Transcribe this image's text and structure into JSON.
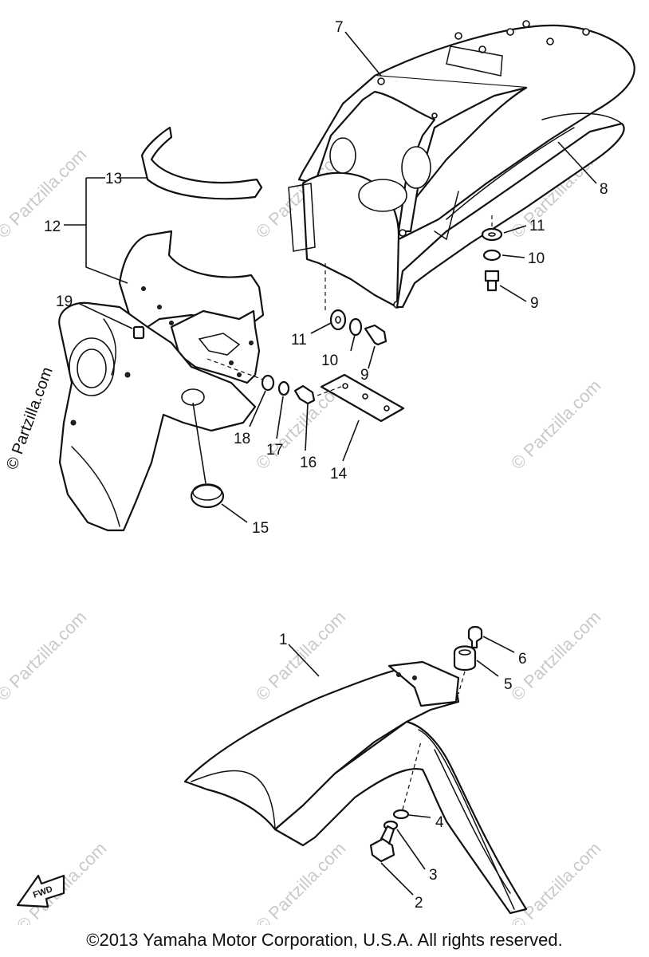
{
  "watermark": "© Partzilla.com",
  "fwd_label": "FWD",
  "copyright": "©2013  Yamaha Motor Corporation, U.S.A. All rights reserved.",
  "callouts": [
    "1",
    "2",
    "3",
    "4",
    "5",
    "6",
    "7",
    "8",
    "9",
    "10",
    "11",
    "9",
    "10",
    "11",
    "12",
    "13",
    "14",
    "15",
    "16",
    "17",
    "18",
    "19"
  ]
}
